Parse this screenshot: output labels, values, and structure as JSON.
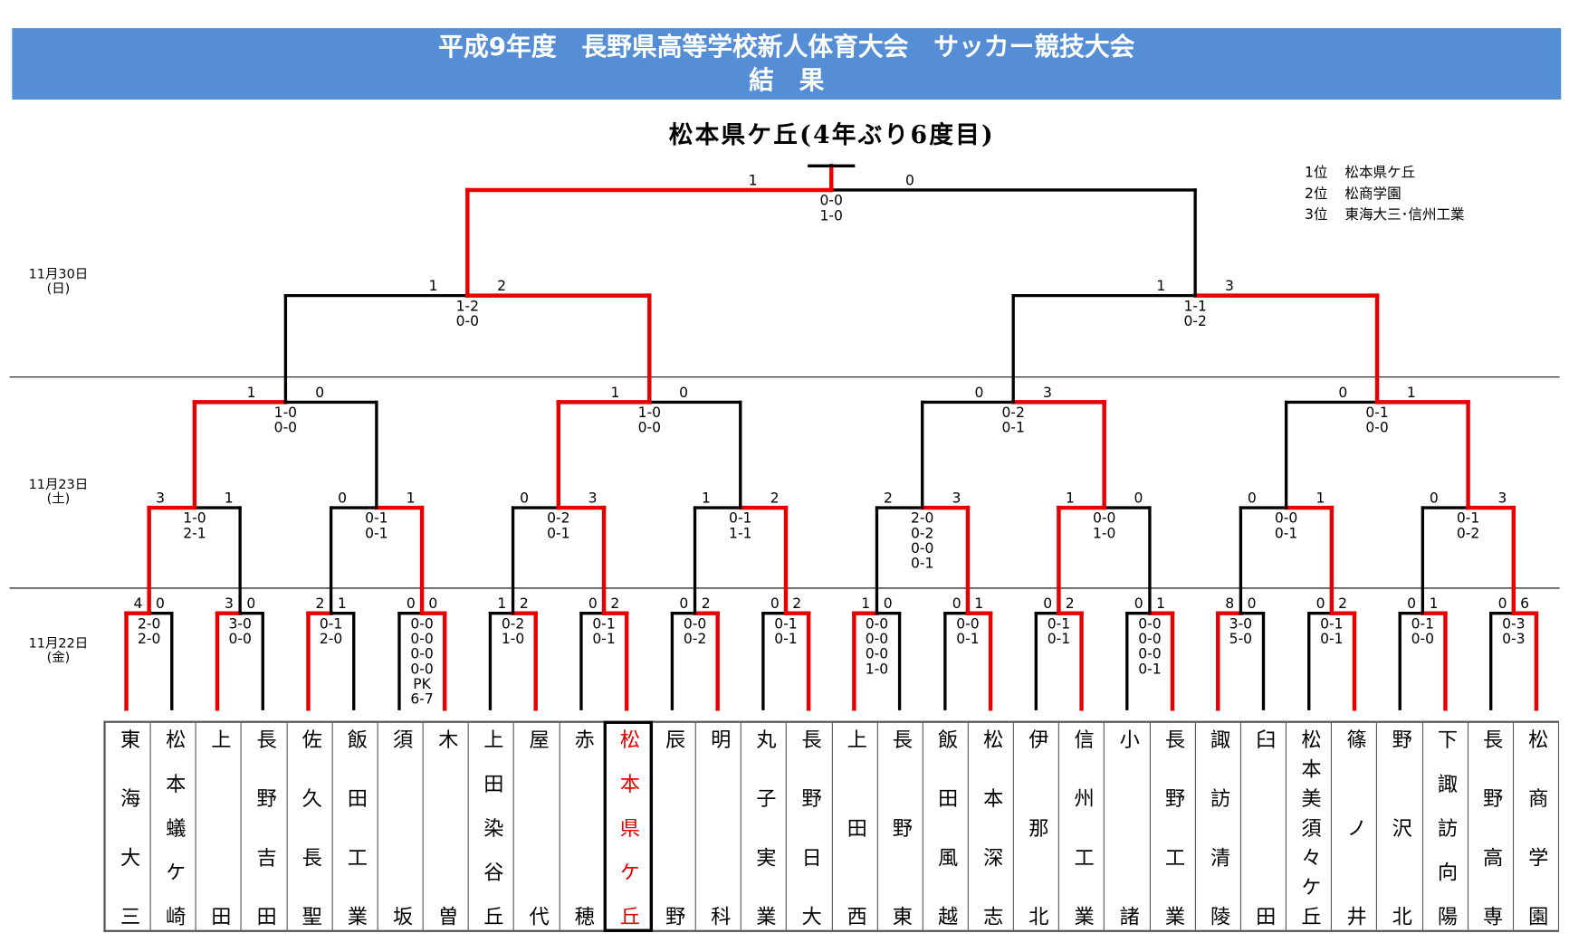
{
  "header": {
    "title_line1": "平成9年度　長野県高等学校新人体育大会　サッカー競技大会",
    "title_line2": "結　果"
  },
  "champion_title": "松本県ケ丘(4年ぶり6度目)",
  "results": [
    {
      "rank": "1位",
      "team": "松本県ケ丘"
    },
    {
      "rank": "2位",
      "team": "松商学園"
    },
    {
      "rank": "3位",
      "team": "東海大三･信州工業"
    }
  ],
  "dates": [
    {
      "date": "11月30日",
      "day": "(日)"
    },
    {
      "date": "11月23日",
      "day": "(土)"
    },
    {
      "date": "11月22日",
      "day": "(金)"
    }
  ],
  "colors": {
    "banner": "#558ed5",
    "winner_line": "#e60000",
    "line": "#000000"
  },
  "champion_index": 11,
  "teams": [
    "東海大三",
    "松本蟻ケ崎",
    "上田",
    "長野吉田",
    "佐久長聖",
    "飯田工業",
    "須坂",
    "木曽",
    "上田染谷丘",
    "屋代",
    "赤穂",
    "松本県ケ丘",
    "辰野",
    "明科",
    "丸子実業",
    "長野日大",
    "上田西",
    "長野東",
    "飯田風越",
    "松本深志",
    "伊那北",
    "信州工業",
    "小諸",
    "長野工業",
    "諏訪清陵",
    "臼田",
    "松本美須々ケ丘",
    "篠ノ井",
    "野沢北",
    "下諏訪向陽",
    "長野高専",
    "松商学園"
  ],
  "rounds": [
    [
      {
        "score": [
          "4",
          "0"
        ],
        "periods": [
          "2-0",
          "2-0"
        ],
        "winner": "L"
      },
      {
        "score": [
          "3",
          "0"
        ],
        "periods": [
          "3-0",
          "0-0"
        ],
        "winner": "L"
      },
      {
        "score": [
          "2",
          "1"
        ],
        "periods": [
          "0-1",
          "2-0"
        ],
        "winner": "L"
      },
      {
        "score": [
          "0",
          "0"
        ],
        "periods": [
          "0-0",
          "0-0",
          "0-0",
          "0-0",
          "PK",
          "6-7"
        ],
        "winner": "R"
      },
      {
        "score": [
          "1",
          "2"
        ],
        "periods": [
          "0-2",
          "1-0"
        ],
        "winner": "R"
      },
      {
        "score": [
          "0",
          "2"
        ],
        "periods": [
          "0-1",
          "0-1"
        ],
        "winner": "R"
      },
      {
        "score": [
          "0",
          "2"
        ],
        "periods": [
          "0-0",
          "0-2"
        ],
        "winner": "R"
      },
      {
        "score": [
          "0",
          "2"
        ],
        "periods": [
          "0-1",
          "0-1"
        ],
        "winner": "R"
      },
      {
        "score": [
          "1",
          "0"
        ],
        "periods": [
          "0-0",
          "0-0",
          "0-0",
          "1-0"
        ],
        "winner": "L"
      },
      {
        "score": [
          "0",
          "1"
        ],
        "periods": [
          "0-0",
          "0-1"
        ],
        "winner": "R"
      },
      {
        "score": [
          "0",
          "2"
        ],
        "periods": [
          "0-1",
          "0-1"
        ],
        "winner": "R"
      },
      {
        "score": [
          "0",
          "1"
        ],
        "periods": [
          "0-0",
          "0-0",
          "0-0",
          "0-1"
        ],
        "winner": "R"
      },
      {
        "score": [
          "8",
          "0"
        ],
        "periods": [
          "3-0",
          "5-0"
        ],
        "winner": "L"
      },
      {
        "score": [
          "0",
          "2"
        ],
        "periods": [
          "0-1",
          "0-1"
        ],
        "winner": "R"
      },
      {
        "score": [
          "0",
          "1"
        ],
        "periods": [
          "0-1",
          "0-0"
        ],
        "winner": "R"
      },
      {
        "score": [
          "0",
          "6"
        ],
        "periods": [
          "0-3",
          "0-3"
        ],
        "winner": "R"
      }
    ],
    [
      {
        "score": [
          "3",
          "1"
        ],
        "periods": [
          "1-0",
          "2-1"
        ],
        "winner": "L"
      },
      {
        "score": [
          "0",
          "1"
        ],
        "periods": [
          "0-1",
          "0-1"
        ],
        "winner": "R"
      },
      {
        "score": [
          "0",
          "3"
        ],
        "periods": [
          "0-2",
          "0-1"
        ],
        "winner": "R"
      },
      {
        "score": [
          "1",
          "2"
        ],
        "periods": [
          "0-1",
          "1-1"
        ],
        "winner": "R"
      },
      {
        "score": [
          "2",
          "3"
        ],
        "periods": [
          "2-0",
          "0-2",
          "0-0",
          "0-1"
        ],
        "winner": "R"
      },
      {
        "score": [
          "1",
          "0"
        ],
        "periods": [
          "0-0",
          "1-0"
        ],
        "winner": "L"
      },
      {
        "score": [
          "0",
          "1"
        ],
        "periods": [
          "0-0",
          "0-1"
        ],
        "winner": "R"
      },
      {
        "score": [
          "0",
          "3"
        ],
        "periods": [
          "0-1",
          "0-2"
        ],
        "winner": "R"
      }
    ],
    [
      {
        "score": [
          "1",
          "0"
        ],
        "periods": [
          "1-0",
          "0-0"
        ],
        "winner": "L"
      },
      {
        "score": [
          "1",
          "0"
        ],
        "periods": [
          "1-0",
          "0-0"
        ],
        "winner": "L"
      },
      {
        "score": [
          "0",
          "3"
        ],
        "periods": [
          "0-2",
          "0-1"
        ],
        "winner": "R"
      },
      {
        "score": [
          "0",
          "1"
        ],
        "periods": [
          "0-1",
          "0-0"
        ],
        "winner": "R"
      }
    ],
    [
      {
        "score": [
          "1",
          "2"
        ],
        "periods": [
          "1-2",
          "0-0"
        ],
        "winner": "R"
      },
      {
        "score": [
          "1",
          "3"
        ],
        "periods": [
          "1-1",
          "0-2"
        ],
        "winner": "R"
      }
    ],
    [
      {
        "score": [
          "1",
          "0"
        ],
        "periods": [
          "0-0",
          "1-0"
        ],
        "winner": "L"
      }
    ]
  ]
}
